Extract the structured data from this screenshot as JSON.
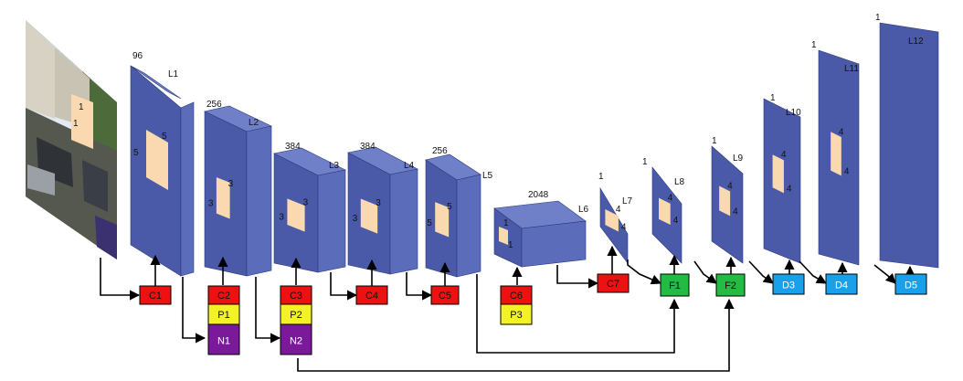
{
  "layers": [
    {
      "id": "L1",
      "channels": "96",
      "kernel": "5",
      "kernel2": "5"
    },
    {
      "id": "L2",
      "channels": "256",
      "kernel": "3",
      "kernel2": "3"
    },
    {
      "id": "L3",
      "channels": "384",
      "kernel": "3",
      "kernel2": "3"
    },
    {
      "id": "L4",
      "channels": "384",
      "kernel": "3",
      "kernel2": "3"
    },
    {
      "id": "L5",
      "channels": "256",
      "kernel": "5",
      "kernel2": "5"
    },
    {
      "id": "L6",
      "channels": "2048",
      "kernel": "1",
      "kernel2": "1"
    },
    {
      "id": "L7",
      "channels": "1",
      "kernel": "4",
      "kernel2": "4"
    },
    {
      "id": "L8",
      "channels": "1",
      "kernel": "4",
      "kernel2": "4"
    },
    {
      "id": "L9",
      "channels": "1",
      "kernel": "4",
      "kernel2": "4"
    },
    {
      "id": "L10",
      "channels": "1",
      "kernel": "4",
      "kernel2": "4"
    },
    {
      "id": "L11",
      "channels": "1",
      "kernel": "4",
      "kernel2": "4"
    },
    {
      "id": "L12",
      "channels": "1",
      "kernel": "",
      "kernel2": ""
    }
  ],
  "input_image": {
    "kernel": "1",
    "kernel2": "1"
  },
  "ops": {
    "conv": [
      "C1",
      "C2",
      "C3",
      "C4",
      "C5",
      "C6",
      "C7"
    ],
    "pool": [
      "P1",
      "P2",
      "P3"
    ],
    "norm": [
      "N1",
      "N2"
    ],
    "fusion": [
      "F1",
      "F2"
    ],
    "deconv": [
      "D3",
      "D4",
      "D5"
    ]
  },
  "colors": {
    "layer_face": "#4a5aa8",
    "layer_side": "#5b6cbb",
    "layer_top": "#7080c8",
    "layer_outline": "#2c3a7a",
    "kernel": "#fbd9b0",
    "conv": "#ee1111",
    "pool": "#f2f225",
    "norm": "#7a1a9a",
    "fusion": "#22bb44",
    "deconv": "#1aa0e8",
    "arrow": "#000000"
  }
}
